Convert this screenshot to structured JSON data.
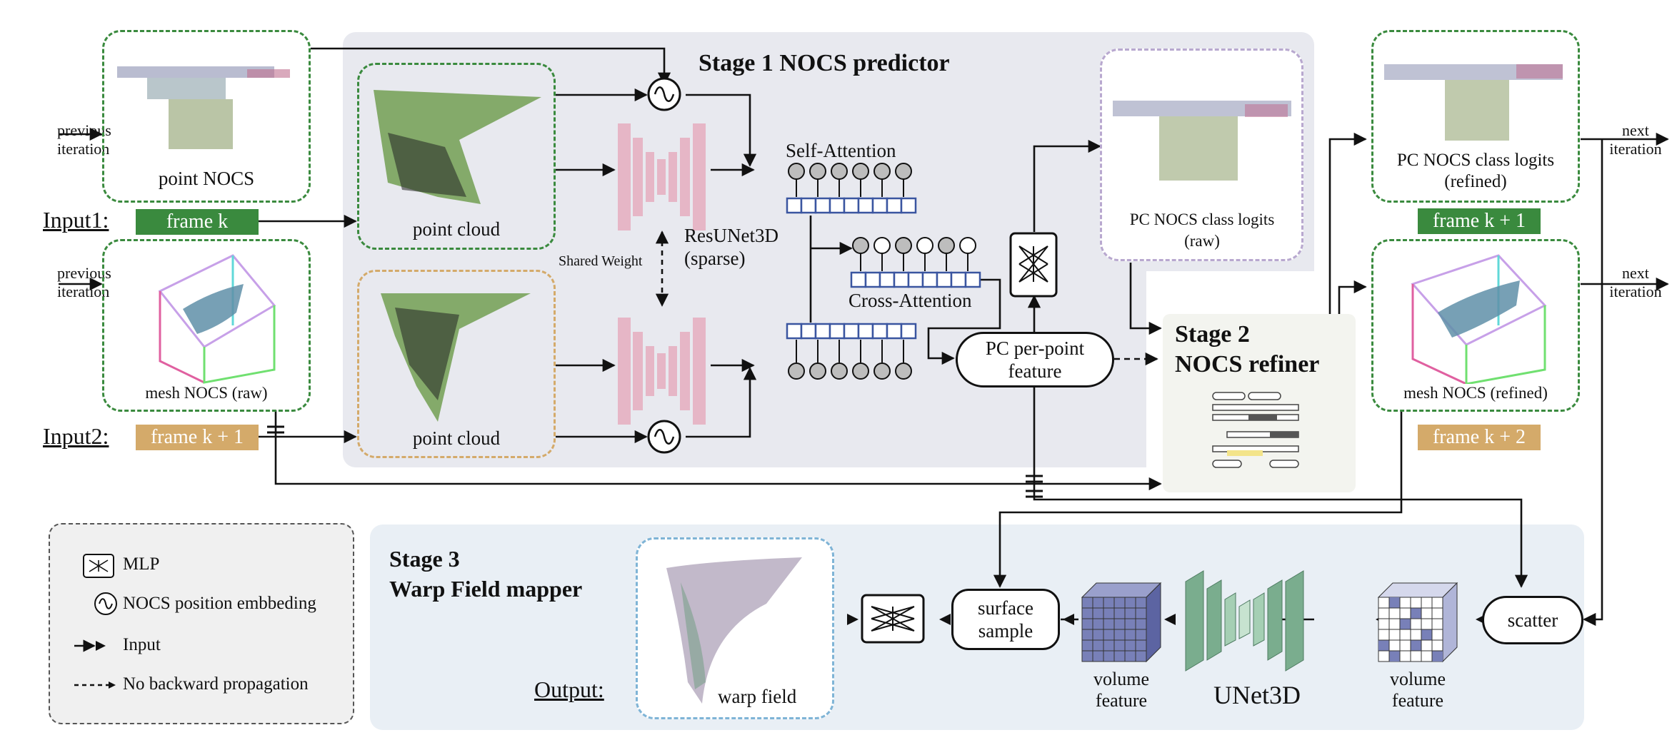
{
  "stage1": {
    "title": "Stage 1 NOCS predictor"
  },
  "stage2": {
    "title_line1": "Stage 2",
    "title_line2": "NOCS refiner"
  },
  "stage3": {
    "title_line1": "Stage 3",
    "title_line2": "Warp Field mapper"
  },
  "inputs": {
    "input1_label": "Input1:",
    "input1_frame": "frame k",
    "input2_label": "Input2:",
    "input2_frame": "frame k + 1",
    "prev_iter_1": [
      "previous",
      "iteration"
    ],
    "prev_iter_2": [
      "previous",
      "iteration"
    ]
  },
  "left_boxes": {
    "point_nocs": "point NOCS",
    "mesh_nocs_raw": "mesh NOCS (raw)"
  },
  "stage1_items": {
    "point_cloud_top": "point cloud",
    "point_cloud_bottom": "point cloud",
    "resunet": [
      "ResUNet3D",
      "(sparse)"
    ],
    "shared_weight": "Shared Weight",
    "self_attention": "Self-Attention",
    "cross_attention": "Cross-Attention",
    "pc_per_point_feature": [
      "PC per-point",
      "feature"
    ],
    "pc_nocs_raw": [
      "PC NOCS class logits",
      "(raw)"
    ]
  },
  "right_boxes": {
    "pc_nocs_refined": [
      "PC NOCS class logits",
      "(refined)"
    ],
    "frame_k1": "frame k + 1",
    "mesh_nocs_refined": "mesh NOCS (refined)",
    "frame_k2": "frame k + 2",
    "next_iter_1": [
      "next",
      "iteration"
    ],
    "next_iter_2": [
      "next",
      "iteration"
    ]
  },
  "stage3_items": {
    "output_label": "Output:",
    "warp_field": "warp field",
    "surface_sample": [
      "surface",
      "sample"
    ],
    "volume_feature_left": [
      "volume",
      "feature"
    ],
    "unet3d": "UNet3D",
    "volume_feature_right": [
      "volume",
      "feature"
    ],
    "scatter": "scatter"
  },
  "legend": [
    {
      "icon": "mlp-icon",
      "label": "MLP"
    },
    {
      "icon": "position-embedding-icon",
      "label": "NOCS position embbeding"
    },
    {
      "icon": "input-arrow-icon",
      "label": "Input"
    },
    {
      "icon": "dashed-arrow-icon",
      "label": "No backward propagation"
    }
  ],
  "colors": {
    "stage_panel": "#e8e9ef",
    "stage3_panel": "#e9eff5",
    "green": "#3a8a3e",
    "gold": "#d4aa6a",
    "purple_dash": "#b8a8cf",
    "blue_dash": "#7fb4d6",
    "legend_bg": "#f0f0f0",
    "resunet_pink": "#e6b6c6",
    "unet_green": "#7aad8e",
    "cube_blue": "#7880b8"
  }
}
